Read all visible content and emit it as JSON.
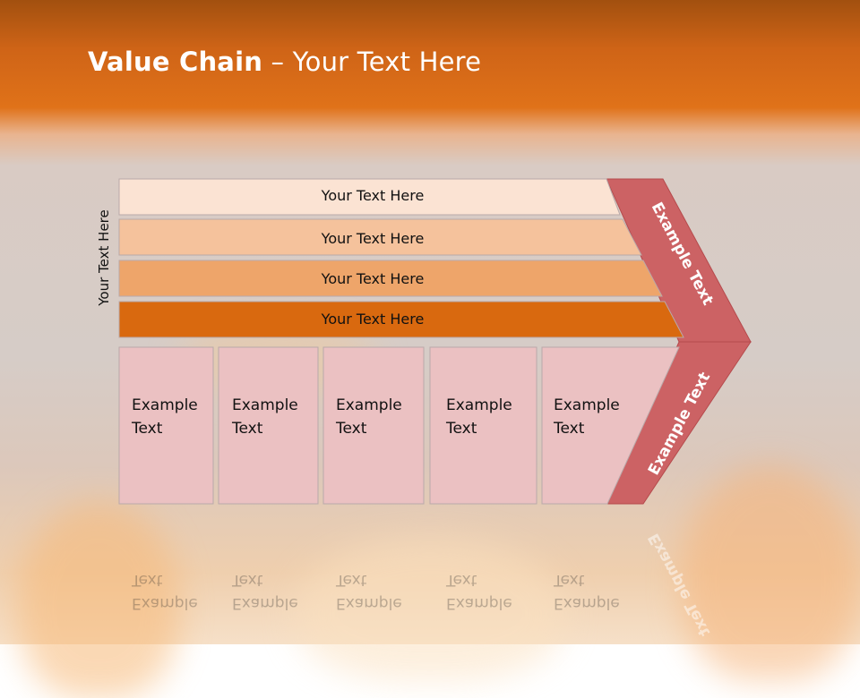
{
  "title": {
    "bold": "Value Chain",
    "rest": " – Your Text Here"
  },
  "side_label": "Your Text Here",
  "bands": [
    {
      "label": "Your Text Here",
      "fill": "#fbe3d3"
    },
    {
      "label": "Your Text Here",
      "fill": "#f5c29c"
    },
    {
      "label": "Your Text Here",
      "fill": "#eea56a"
    },
    {
      "label": "Your Text Here",
      "fill": "#d9690f"
    }
  ],
  "columns": [
    {
      "line1": "Example",
      "line2": "Text"
    },
    {
      "line1": "Example",
      "line2": "Text"
    },
    {
      "line1": "Example",
      "line2": "Text"
    },
    {
      "line1": "Example",
      "line2": "Text"
    },
    {
      "line1": "Example",
      "line2": "Text"
    }
  ],
  "chevron": {
    "top_label": "Example Text",
    "bottom_label": "Example Text",
    "fill": "#cc6264"
  },
  "colors": {
    "column_fill": "#ebc1c2",
    "column_stroke": "#b9a9a9",
    "title_text": "#ffffff"
  }
}
